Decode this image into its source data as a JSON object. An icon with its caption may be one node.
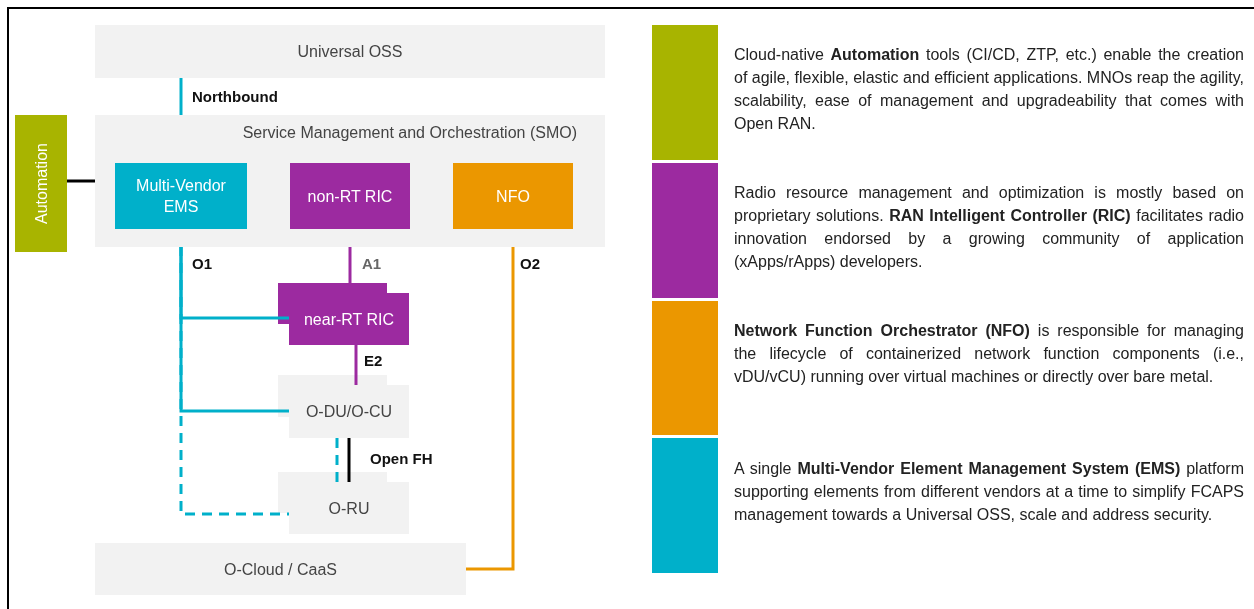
{
  "diagram": {
    "nodes": [
      {
        "text": [
          "Universal OSS"
        ]
      },
      {
        "text": [
          "Service Management and Orchestration (SMO)"
        ]
      },
      {
        "text": [
          "Multi-Vendor EMS"
        ],
        "in": 1
      },
      {
        "text": [
          "non-RT RIC"
        ],
        "in": 1
      },
      {
        "text": [
          "NFO"
        ],
        "in": 1
      },
      {
        "text": [
          "Automation"
        ]
      },
      {
        "text": [
          "near-RT RIC"
        ]
      },
      {
        "text": [
          "O-DU/O-CU"
        ]
      },
      {
        "text": [
          "O-RU"
        ]
      },
      {
        "text": [
          "O-Cloud / CaaS"
        ]
      }
    ],
    "edges": [
      {
        "from": 2,
        "to": 0,
        "arrow": "none",
        "label": "Northbound"
      },
      {
        "from": 5,
        "to": 1,
        "arrow": "none",
        "color": "#000000"
      },
      {
        "from": 3,
        "to": 6,
        "arrow": "none",
        "label": "A1",
        "color": "#9c2aa0"
      },
      {
        "from": 2,
        "to": 6,
        "arrow": "none",
        "label": "O1"
      },
      {
        "from": 2,
        "to": 7,
        "arrow": "none"
      },
      {
        "from": 2,
        "to": 8,
        "arrow": "none",
        "style": "dashed"
      },
      {
        "from": 6,
        "to": 7,
        "arrow": "none",
        "label": "E2",
        "color": "#9c2aa0"
      },
      {
        "from": 7,
        "to": 8,
        "arrow": "none",
        "label": "Open FH",
        "color": "#000000"
      },
      {
        "from": 7,
        "to": 8,
        "arrow": "none",
        "style": "dashed"
      },
      {
        "from": 4,
        "to": 9,
        "arrow": "none",
        "label": "O2",
        "color": "#eb9700"
      }
    ],
    "legend": [
      {
        "text": "Cloud-native **Automation** tools (CI/CD, ZTP, etc.) enable the creation of agile, flexible, elastic and efficient applications. MNOs reap the agility, scalability, ease of management and upgradeability that comes with Open RAN.",
        "color": "#a8b400"
      },
      {
        "text": "Radio resource management and optimization is mostly based on proprietary solutions. **RAN Intelligent Controller (RIC)** facilitates radio innovation endorsed by a growing community of application (xApps/rApps) developers.",
        "color": "#9c2aa0"
      },
      {
        "text": "**Network Function Orchestrator (NFO)** is responsible for managing the lifecycle of containerized network function components (i.e., vDU/vCU) running over virtual machines or directly over bare metal.",
        "color": "#eb9700"
      },
      {
        "text": "A single **Multi-Vendor Element Management System (EMS)** platform supporting elements from different vendors at a time to simplify FCAPS management towards a Universal OSS, scale and address security.",
        "color": "#00b0ca"
      }
    ]
  }
}
